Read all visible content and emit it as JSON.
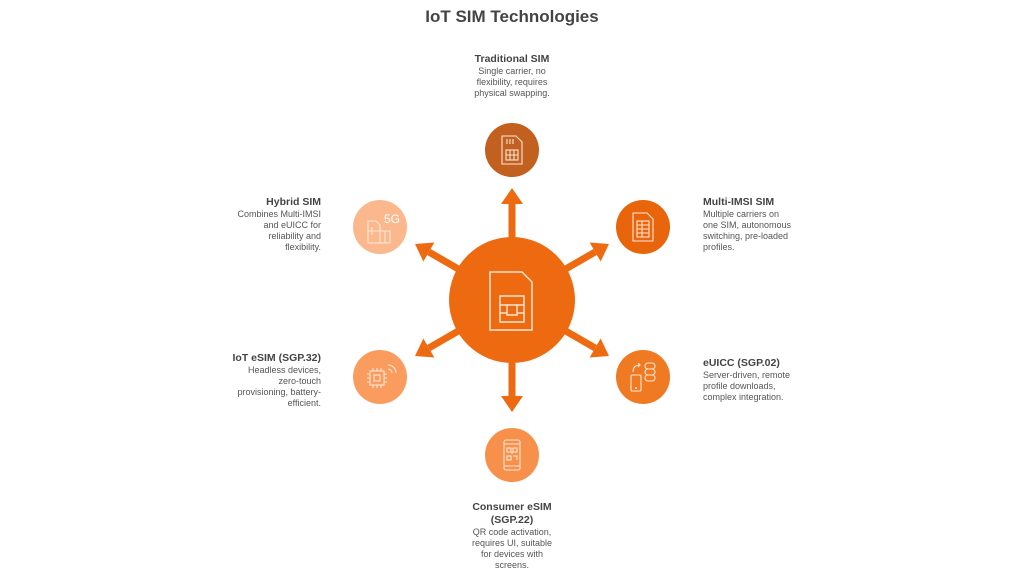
{
  "title": "IoT SIM Technologies",
  "center_icon": "sim-card-icon",
  "items": [
    {
      "title": "Traditional SIM",
      "desc": "Single carrier, no flexibility, requires physical swapping.",
      "icon": "sim-card-icon",
      "color": "#c2601f"
    },
    {
      "title": "Multi-IMSI SIM",
      "desc": "Multiple carriers on one SIM, autonomous switching, pre-loaded profiles.",
      "icon": "sim-table-icon",
      "color": "#e8650c"
    },
    {
      "title": "eUICC (SGP.02)",
      "desc": "Server-driven, remote profile downloads, complex integration.",
      "icon": "server-device-sync-icon",
      "color": "#f07a22"
    },
    {
      "title": "Consumer eSIM (SGP.22)",
      "desc": "QR code activation, requires UI, suitable for devices with screens.",
      "icon": "phone-qr-icon",
      "color": "#f7904a"
    },
    {
      "title": "IoT eSIM (SGP.32)",
      "desc": "Headless devices, zero-touch provisioning, battery-efficient.",
      "icon": "chip-wireless-icon",
      "color": "#f99c5e"
    },
    {
      "title": "Hybrid SIM",
      "desc": "Combines Multi-IMSI and eUICC for reliability and flexibility.",
      "icon": "sim-5g-icon",
      "color": "#fbb88d",
      "badge": "5G"
    }
  ],
  "center_color": "#ee6a10"
}
